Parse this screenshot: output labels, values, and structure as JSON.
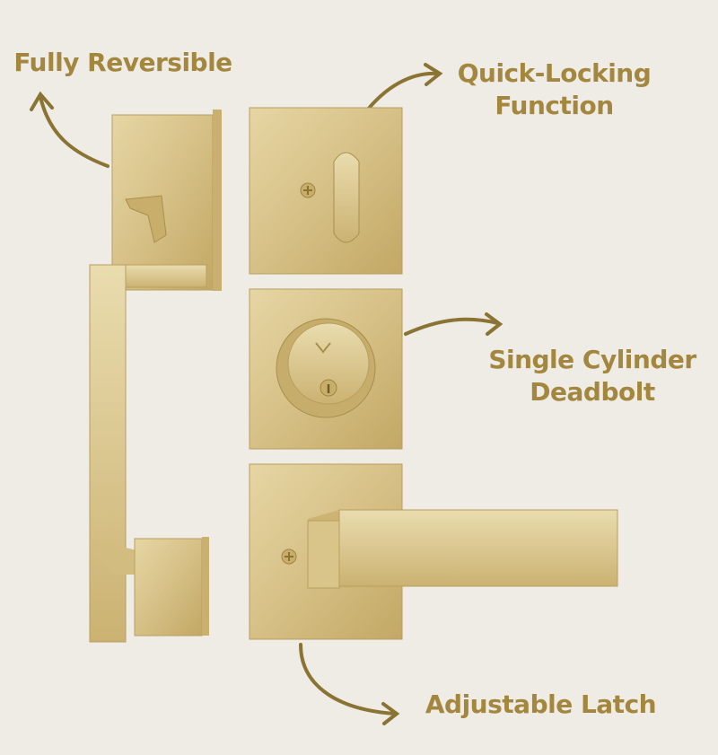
{
  "callouts": {
    "fully_reversible": "Fully Reversible",
    "quick_locking_line1": "Quick-Locking",
    "quick_locking_line2": "Function",
    "single_cylinder_line1": "Single Cylinder",
    "single_cylinder_line2": "Deadbolt",
    "adjustable_latch": "Adjustable Latch"
  },
  "colors": {
    "background": "#efebe5",
    "label_text": "#a4873e",
    "brass": "#d9c48a",
    "brass_dark": "#b89f5e",
    "arrow": "#8a7433"
  }
}
